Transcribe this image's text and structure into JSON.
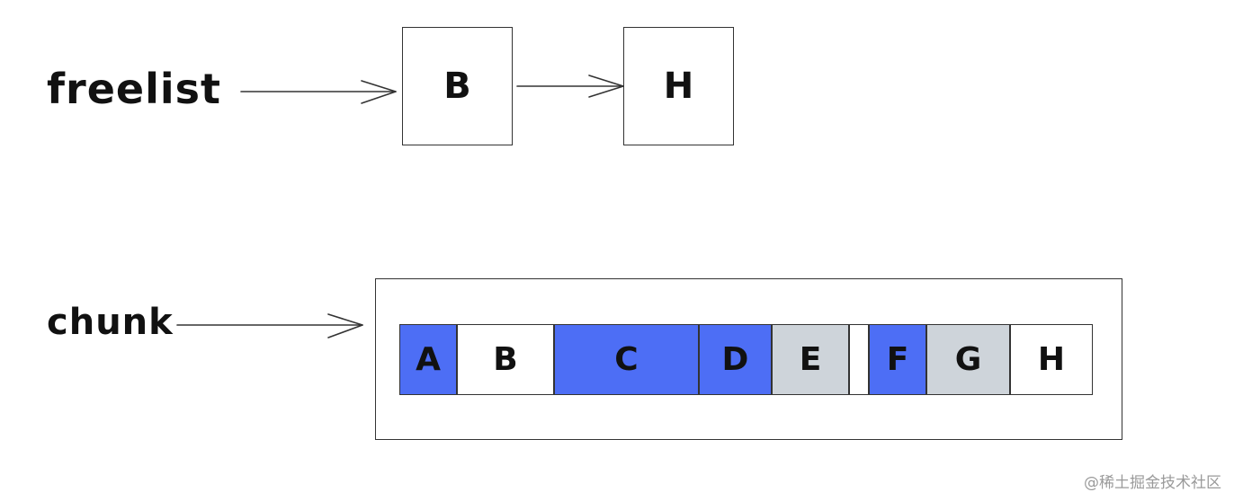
{
  "freelist": {
    "label": "freelist",
    "nodes": [
      "B",
      "H"
    ]
  },
  "chunk": {
    "label": "chunk",
    "cells": [
      {
        "label": "A",
        "state": "allocated"
      },
      {
        "label": "B",
        "state": "free"
      },
      {
        "label": "C",
        "state": "allocated"
      },
      {
        "label": "D",
        "state": "allocated"
      },
      {
        "label": "E",
        "state": "gray"
      },
      {
        "label": "",
        "state": "free"
      },
      {
        "label": "F",
        "state": "allocated"
      },
      {
        "label": "G",
        "state": "gray"
      },
      {
        "label": "H",
        "state": "free"
      }
    ]
  },
  "colors": {
    "allocated": "#4d6ef5",
    "gray": "#ced4da",
    "free": "#ffffff",
    "stroke": "#333333"
  },
  "watermark": "@稀土掘金技术社区"
}
